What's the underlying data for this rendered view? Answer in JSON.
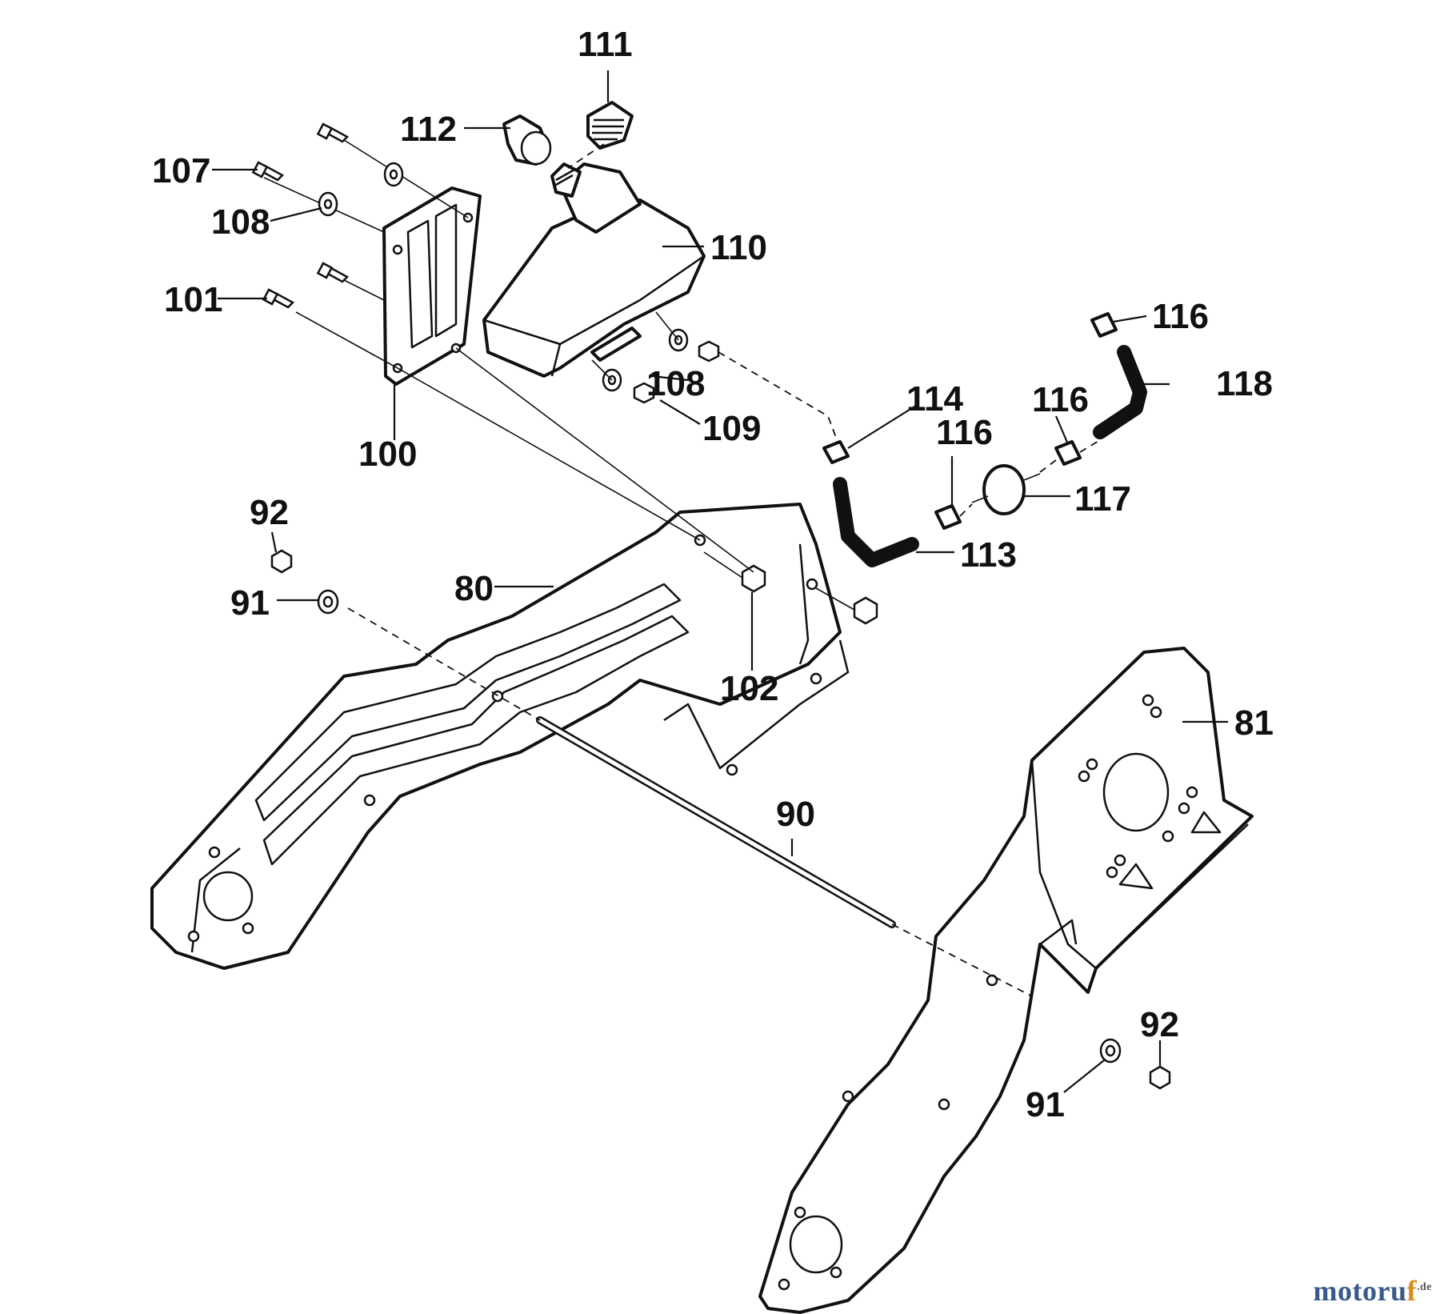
{
  "labels": {
    "p111": "111",
    "p112": "112",
    "p107": "107",
    "p108a": "108",
    "p110": "110",
    "p101": "101",
    "p116a": "116",
    "p108b": "108",
    "p118": "118",
    "p114": "114",
    "p116b": "116",
    "p109": "109",
    "p116c": "116",
    "p100": "100",
    "p117": "117",
    "p92a": "92",
    "p113": "113",
    "p80": "80",
    "p91a": "91",
    "p102": "102",
    "p81": "81",
    "p90": "90",
    "p92b": "92",
    "p91b": "91"
  },
  "watermark": {
    "brand_main": "motoru",
    "brand_accent": "f",
    "tld": ".de"
  },
  "colors": {
    "line": "#111111",
    "background": "#ffffff",
    "watermark_blue": "#3a5a8c",
    "watermark_orange": "#d98a1c"
  }
}
